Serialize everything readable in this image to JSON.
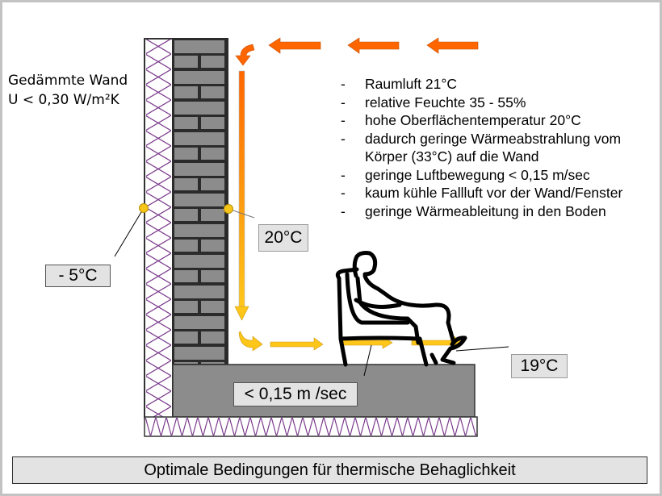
{
  "wall": {
    "title_line1": "Gedämmte Wand",
    "title_line2": "U < 0,30 W/m²K"
  },
  "conditions": {
    "dash": "-",
    "items": [
      "Raumluft 21°C",
      "relative Feuchte 35 - 55%",
      "hohe Oberflächentemperatur 20°C",
      "dadurch geringe Wärmeabstrahlung vom",
      "Körper (33°C) auf die Wand",
      "geringe Luftbewegung < 0,15 m/sec",
      "kaum kühle Fallluft vor der Wand/Fenster",
      "geringe Wärmeableitung in den Boden"
    ]
  },
  "temperatures": {
    "outer_surface": "- 5°C",
    "inner_surface": "20°C",
    "feet": "19°C"
  },
  "air_speed": "< 0,15 m /sec",
  "caption": "Optimale Bedingungen für thermische Behaglichkeit",
  "colors": {
    "warm_arrow": "#ff6600",
    "cool_arrow": "#ffc61a",
    "brick": "#8c8c8c",
    "mortar": "#2b2b2b",
    "insulation_line": "#7a3a8c",
    "floor": "#8c8c8c",
    "label_bg": "#e3e3e3",
    "marker": "#f5c518"
  }
}
